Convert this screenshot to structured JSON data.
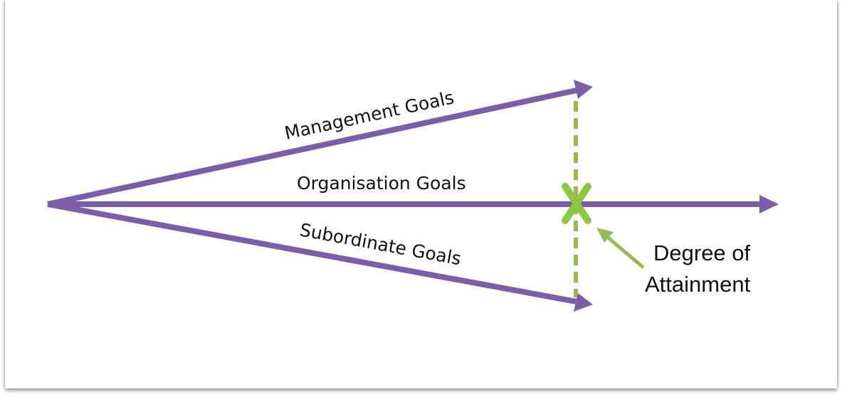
{
  "diagram": {
    "colors": {
      "arrow_purple": "#7B5EA7",
      "marker_green": "#8DC640",
      "dash_green": "#94B955",
      "text": "#111111",
      "background": "#FFFFFF"
    },
    "arrows": [
      {
        "id": "management",
        "label": "Management Goals"
      },
      {
        "id": "organisation",
        "label": "Organisation Goals"
      },
      {
        "id": "subordinate",
        "label": "Subordinate Goals"
      }
    ],
    "marker": {
      "glyph": "X",
      "meaning": "intersection-point"
    },
    "callout": {
      "line1": "Degree of",
      "line2": "Attainment"
    }
  }
}
